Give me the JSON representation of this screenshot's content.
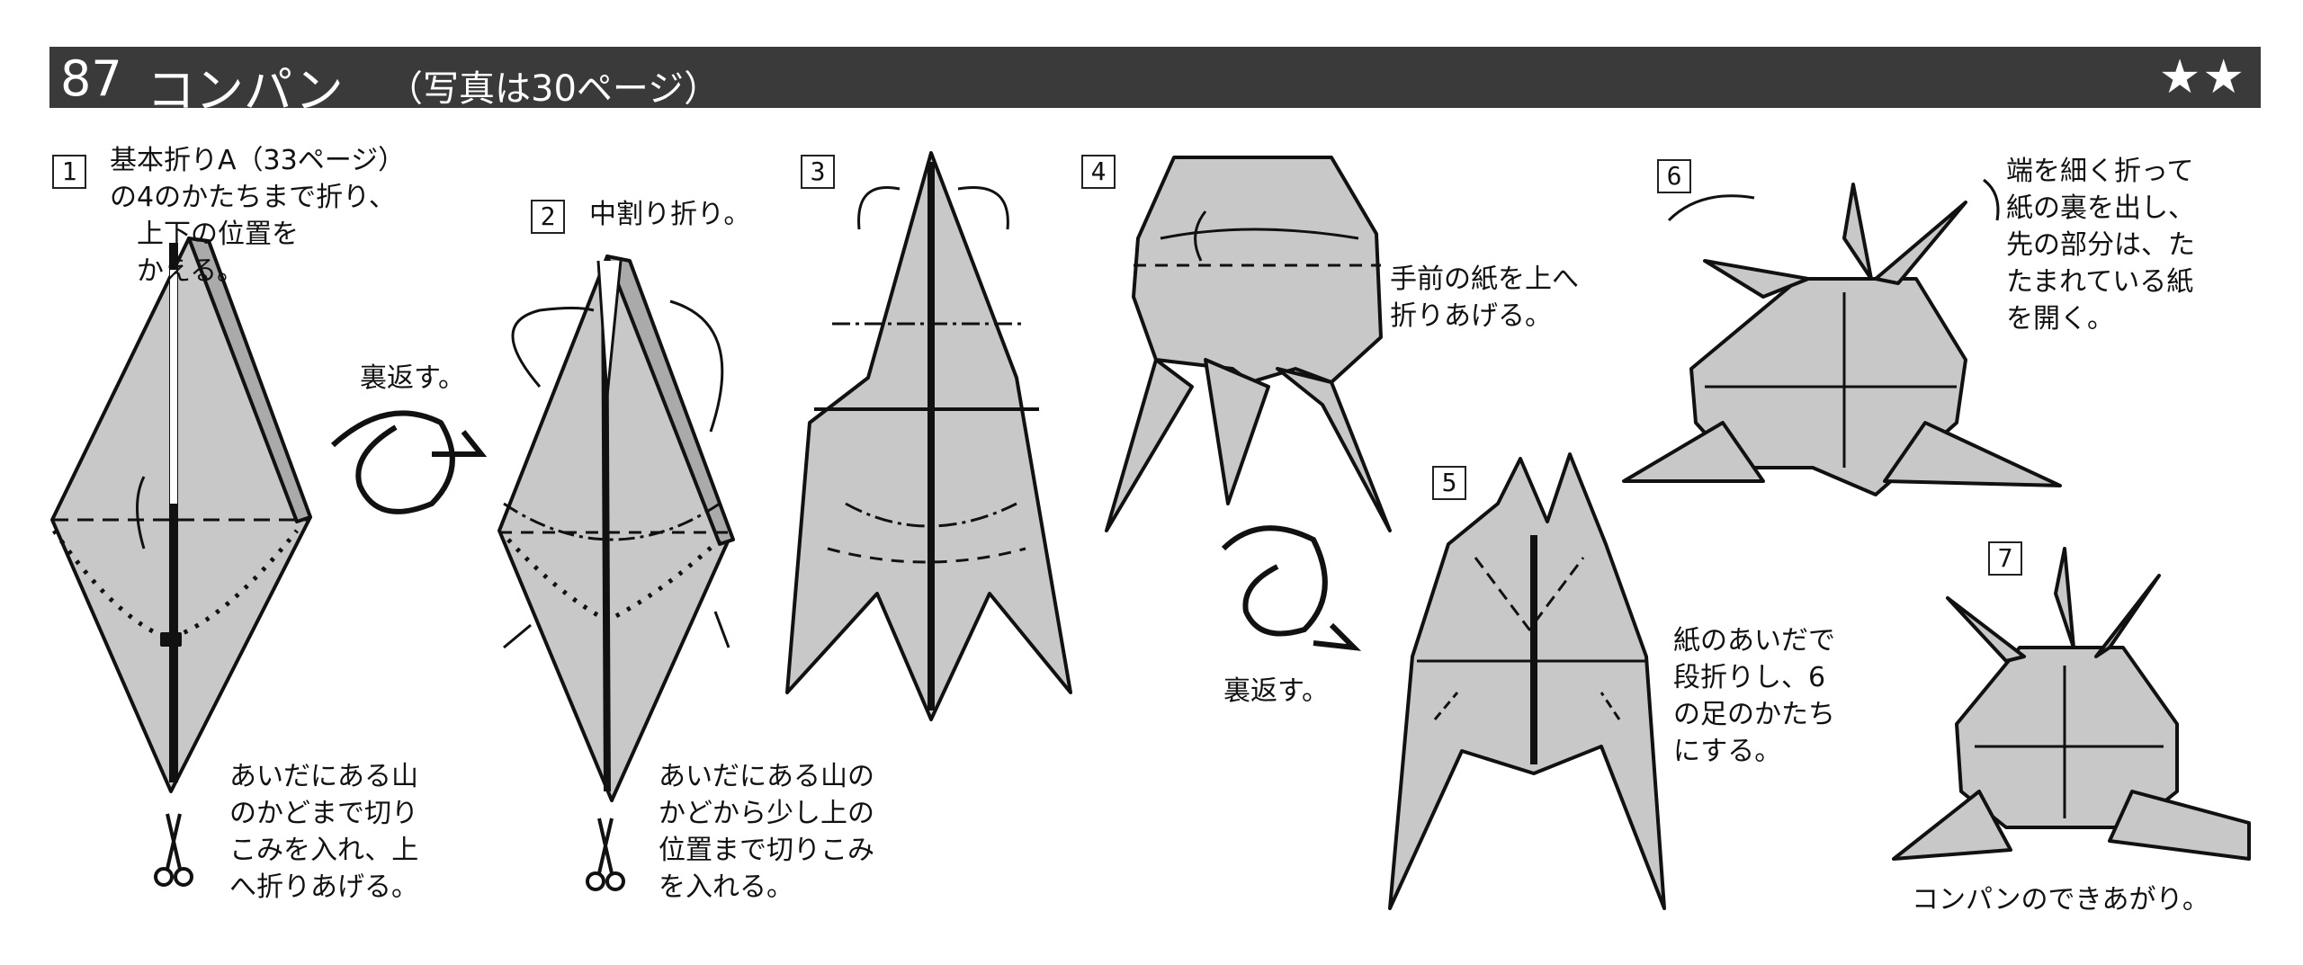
{
  "header": {
    "number": "87",
    "name": "コンパン",
    "subtitle": "（写真は30ページ）",
    "stars": "★★"
  },
  "steps": [
    {
      "num": "1",
      "text": "基本折りA（33ページ）\nの4のかたちまで折り、\n　上下の位置を\n　かえる。"
    },
    {
      "num": "2",
      "text": "中割り折り。"
    },
    {
      "num": "3",
      "text": ""
    },
    {
      "num": "4",
      "text": ""
    },
    {
      "num": "5",
      "text": ""
    },
    {
      "num": "6",
      "text": ""
    },
    {
      "num": "7",
      "text": ""
    }
  ],
  "notes": {
    "flip1": "裏返す。",
    "cut1": "あいだにある山\nのかどまで切り\nこみを入れ、上\nへ折りあげる。",
    "cut2": "あいだにある山の\nかどから少し上の\n位置まで切りこみ\nを入れる。",
    "fold4": "手前の紙を上へ\n折りあげる。",
    "flip2": "裏返す。",
    "fold5": "紙のあいだで\n段折りし、6\nの足のかたち\nにする。",
    "fold6": "端を細く折って\n紙の裏を出し、\n先の部分は、た\nたまれている紙\nを開く。",
    "done": "コンパンのできあがり。"
  },
  "colors": {
    "title_bg": "#3a3a3a",
    "paper": "#c8c8c8",
    "line": "#111111"
  }
}
